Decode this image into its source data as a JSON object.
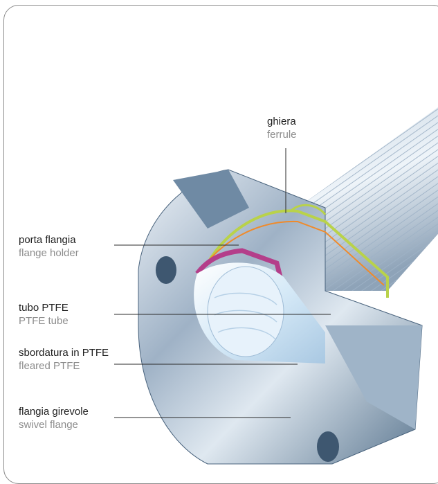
{
  "labels": {
    "ferrule": {
      "it": "ghiera",
      "en": "ferrule"
    },
    "flange_holder": {
      "it": "porta flangia",
      "en": "flange holder"
    },
    "ptfe_tube": {
      "it": "tubo PTFE",
      "en": "PTFE tube"
    },
    "flared_ptfe": {
      "it": "sbordatura in PTFE",
      "en": "fleared PTFE"
    },
    "swivel_flange": {
      "it": "flangia girevole",
      "en": "swivel flange"
    }
  },
  "colors": {
    "steel_dark": "#4f6a84",
    "steel_light": "#dce6ef",
    "ptfe": "#e4f1fb",
    "ferrule_layer": "#b9d24a",
    "holder_layer": "#b43e8a",
    "wire_layer": "#f08a2a"
  }
}
